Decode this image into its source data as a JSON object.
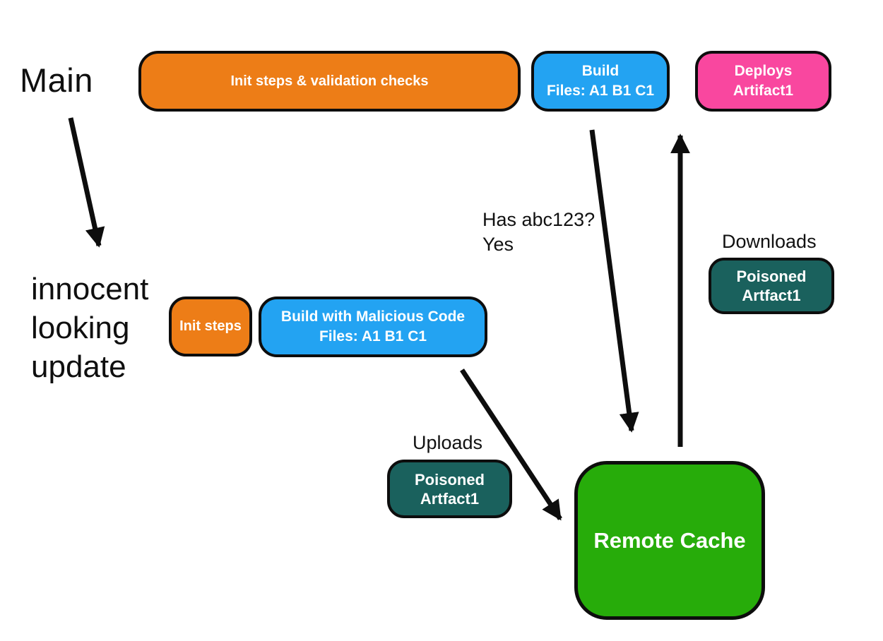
{
  "diagram": {
    "background": "#ffffff",
    "colors": {
      "orange": "#ED7D17",
      "blue": "#23A3F2",
      "pink": "#F9479F",
      "teal": "#1A615D",
      "green": "#27AC0A",
      "arrow": "#0D0D0D",
      "text": "#111111"
    },
    "lanes": {
      "main": {
        "label": "Main"
      },
      "update": {
        "lines": [
          "innocent",
          "looking",
          "update"
        ]
      }
    },
    "nodes": {
      "init_validation": {
        "label": "Init steps & validation checks",
        "fill": "#ED7D17"
      },
      "build": {
        "line1": "Build",
        "line2": "Files: A1 B1 C1",
        "fill": "#23A3F2"
      },
      "deploys": {
        "line1": "Deploys",
        "line2": "Artifact1",
        "fill": "#F9479F"
      },
      "init_steps": {
        "label": "Init steps",
        "fill": "#ED7D17"
      },
      "build_malicious": {
        "line1": "Build with Malicious Code",
        "line2": "Files: A1 B1 C1",
        "fill": "#23A3F2"
      },
      "poisoned_download": {
        "line1": "Poisoned",
        "line2": "Artfact1",
        "fill": "#1A615D"
      },
      "poisoned_upload": {
        "line1": "Poisoned",
        "line2": "Artfact1",
        "fill": "#1A615D"
      },
      "remote_cache": {
        "label": "Remote Cache",
        "fill": "#27AC0A"
      }
    },
    "annotations": {
      "has_hash": {
        "line1": "Has abc123?",
        "line2": "Yes"
      },
      "downloads": {
        "label": "Downloads"
      },
      "uploads": {
        "label": "Uploads"
      }
    }
  }
}
